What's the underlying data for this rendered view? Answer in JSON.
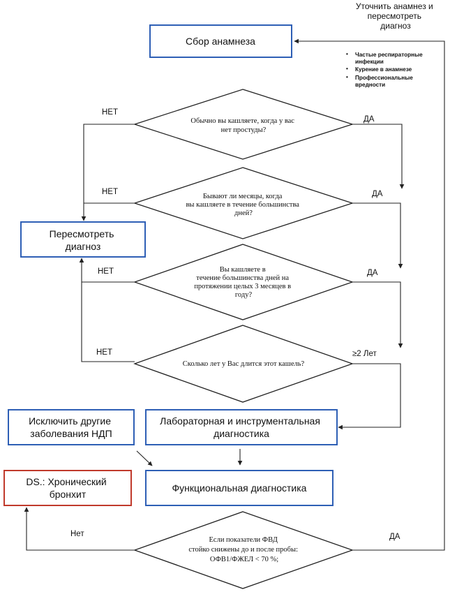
{
  "top_note": [
    "Уточнить анамнез и",
    "пересмотреть",
    "диагноз"
  ],
  "boxes": {
    "anamnesis": "Сбор анамнеза",
    "review": [
      "Пересмотреть",
      "диагноз"
    ],
    "exclude": [
      "Исключить другие",
      "заболевания НДП"
    ],
    "lab": [
      "Лабораторная и инструментальная",
      "диагностика"
    ],
    "functional": "Функциональная диагностика",
    "ds": [
      "DS.: Хронический",
      "бронхит"
    ]
  },
  "risk_factors": [
    "Частые респираторные",
    "инфекции",
    "Курение в анамнезе",
    "Профессиональные",
    "вредности"
  ],
  "decisions": {
    "d1": [
      "Обычно вы кашляете, когда у вас",
      "нет простуды?"
    ],
    "d2": [
      "Бывают ли месяцы, когда",
      "вы кашляете в течение большинства",
      "дней?"
    ],
    "d3": [
      "Вы кашляете в",
      "течение большинства дней на",
      "протяжении целых 3 месяцев в",
      "году?"
    ],
    "d4": [
      "Сколько лет у Вас длится этот кашель?"
    ],
    "d5": [
      "Если показатели ФВД",
      "стойко снижены до и после пробы:",
      "ОФВ1/ФЖЕЛ < 70 %;"
    ]
  },
  "labels": {
    "no_upper": "НЕТ",
    "yes_upper": "ДА",
    "years": "≥2 Лет",
    "no": "Нет",
    "yes": "ДА"
  },
  "colors": {
    "blue_box": "#2e5fb5",
    "red_box": "#c0392b",
    "line": "#222222"
  }
}
